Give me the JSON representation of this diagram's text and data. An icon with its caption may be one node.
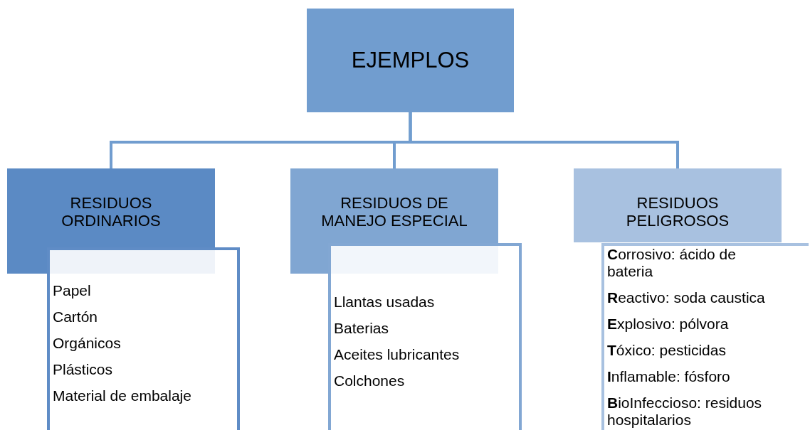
{
  "diagram": {
    "nodes": [
      {
        "text": [
          "EJEMPLOS"
        ]
      },
      {
        "text": [
          "RESIDUOS ORDINARIOS"
        ]
      },
      {
        "text": [
          "RESIDUOS DE MANEJO ESPECIAL"
        ]
      },
      {
        "text": [
          "RESIDUOS PELIGROSOS"
        ]
      },
      {
        "text": [
          "Papel",
          "Cartón",
          "Orgánicos",
          "Plásticos",
          "Material de embalaje"
        ]
      },
      {
        "text": [
          "Llantas usadas",
          "Baterias",
          "Aceites lubricantes",
          "Colchones"
        ]
      },
      {
        "text": [
          "**C**orrosivo: ácido de bateria",
          "**R**eactivo: soda caustica",
          "**E**xplosivo: pólvora",
          "**T**óxico: pesticidas",
          "**I**nflamable: fósforo",
          "**B**ioInfeccioso: residuos hospitalarios"
        ]
      }
    ],
    "edges": [
      {
        "from": 0,
        "to": 1,
        "arrow": "none"
      },
      {
        "from": 0,
        "to": 2,
        "arrow": "none"
      },
      {
        "from": 0,
        "to": 3,
        "arrow": "none"
      }
    ]
  }
}
